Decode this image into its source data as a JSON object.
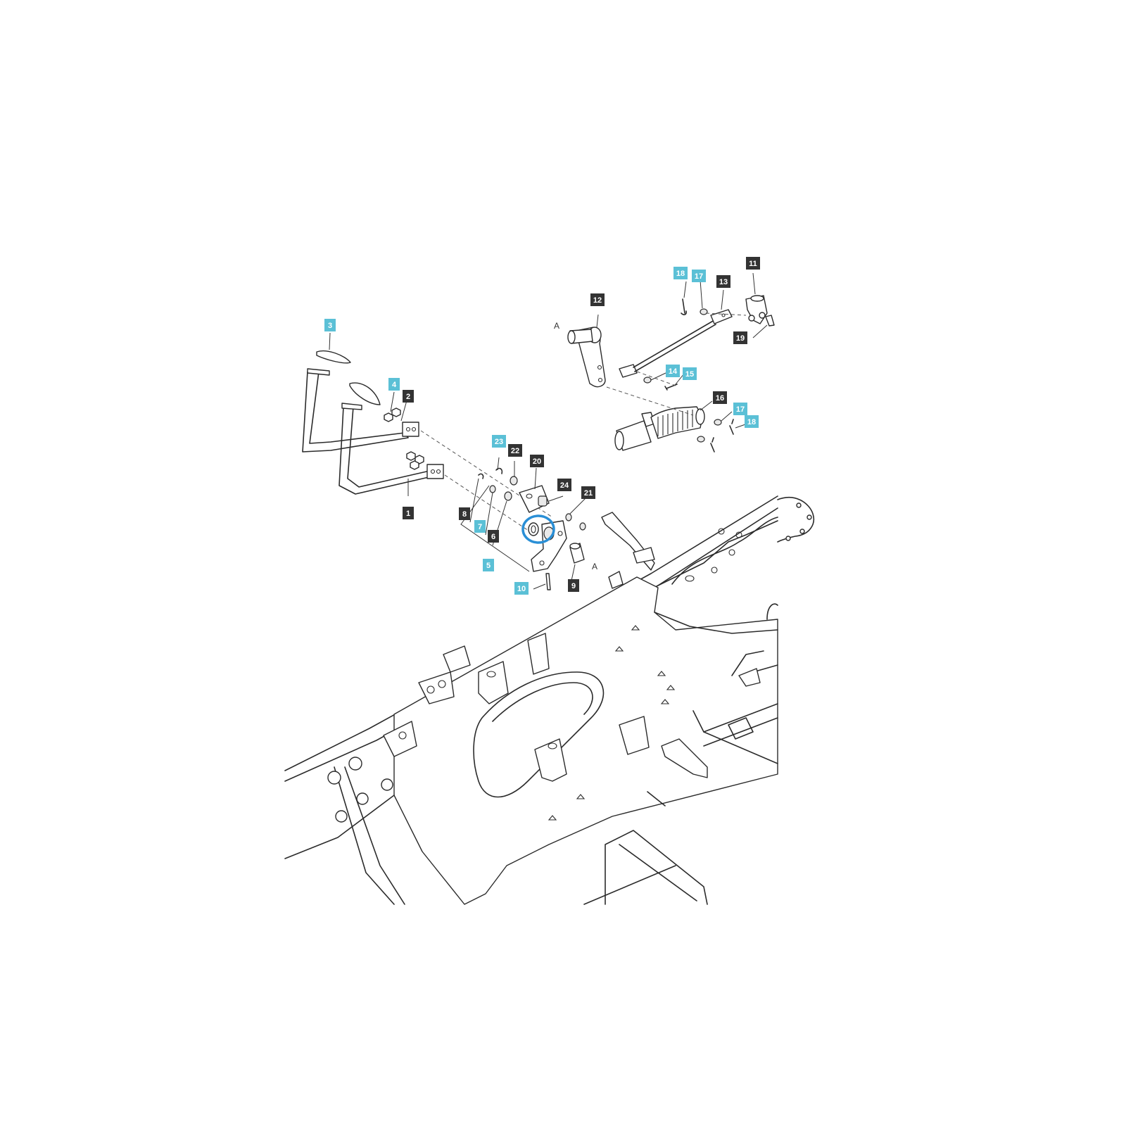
{
  "colors": {
    "primary_label_bg": "#333333",
    "primary_label_text": "#ffffff",
    "highlight_label_bg": "#5bc0d6",
    "highlight_label_text": "#ffffff",
    "highlight_ring": "#2a8fd6",
    "line": "#2b2b2b"
  },
  "reference_letters": [
    "A",
    "A"
  ],
  "callouts": [
    {
      "number": "1",
      "style": "primary"
    },
    {
      "number": "2",
      "style": "primary"
    },
    {
      "number": "3",
      "style": "highlight"
    },
    {
      "number": "4",
      "style": "highlight"
    },
    {
      "number": "5",
      "style": "highlight"
    },
    {
      "number": "6",
      "style": "primary"
    },
    {
      "number": "7",
      "style": "highlight"
    },
    {
      "number": "8",
      "style": "primary"
    },
    {
      "number": "9",
      "style": "primary"
    },
    {
      "number": "10",
      "style": "highlight"
    },
    {
      "number": "11",
      "style": "primary"
    },
    {
      "number": "12",
      "style": "primary"
    },
    {
      "number": "13",
      "style": "primary"
    },
    {
      "number": "14",
      "style": "highlight"
    },
    {
      "number": "15",
      "style": "highlight"
    },
    {
      "number": "16",
      "style": "primary"
    },
    {
      "number": "17",
      "style": "highlight"
    },
    {
      "number": "17",
      "style": "highlight"
    },
    {
      "number": "18",
      "style": "highlight"
    },
    {
      "number": "18",
      "style": "highlight"
    },
    {
      "number": "19",
      "style": "primary"
    },
    {
      "number": "20",
      "style": "primary"
    },
    {
      "number": "21",
      "style": "primary"
    },
    {
      "number": "22",
      "style": "primary"
    },
    {
      "number": "23",
      "style": "highlight"
    },
    {
      "number": "24",
      "style": "primary"
    }
  ],
  "highlighted_part": "24"
}
